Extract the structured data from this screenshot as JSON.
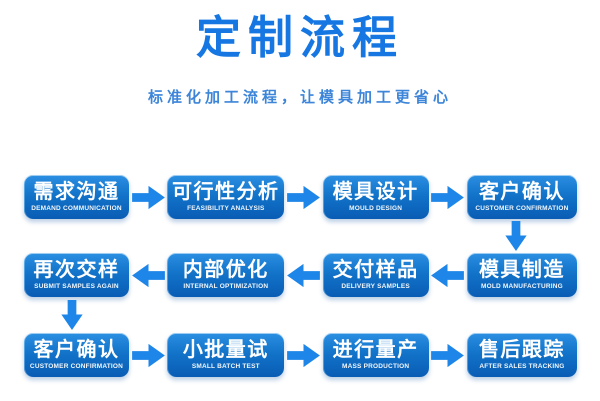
{
  "header": {
    "title": "定制流程",
    "subtitle": "标准化加工流程，让模具加工更省心"
  },
  "colors": {
    "title": "#1677e3",
    "subtitle": "#3d85d9",
    "box_gradient_top": "#2b8fe2",
    "box_gradient_bottom": "#0a5cb4",
    "arrow": "#1e86e8",
    "box_text": "#ffffff",
    "background": "#ffffff"
  },
  "flow": {
    "rows": [
      {
        "direction": "right",
        "steps": [
          {
            "zh": "需求沟通",
            "en": "DEMAND COMMUNICATION"
          },
          {
            "zh": "可行性分析",
            "en": "FEASIBILITY ANALYSIS"
          },
          {
            "zh": "模具设计",
            "en": "MOULD DESIGN"
          },
          {
            "zh": "客户确认",
            "en": "CUSTOMER CONFIRMATION"
          }
        ]
      },
      {
        "direction": "left",
        "steps": [
          {
            "zh": "再次交样",
            "en": "SUBMIT SAMPLES AGAIN"
          },
          {
            "zh": "内部优化",
            "en": "INTERNAL OPTIMIZATION"
          },
          {
            "zh": "交付样品",
            "en": "DELIVERY SAMPLES"
          },
          {
            "zh": "模具制造",
            "en": "MOLD MANUFACTURING"
          }
        ]
      },
      {
        "direction": "right",
        "steps": [
          {
            "zh": "客户确认",
            "en": "CUSTOMER CONFIRMATION"
          },
          {
            "zh": "小批量试",
            "en": "SMALL BATCH TEST"
          },
          {
            "zh": "进行量产",
            "en": "MASS PRODUCTION"
          },
          {
            "zh": "售后跟踪",
            "en": "AFTER SALES TRACKING"
          }
        ]
      }
    ]
  }
}
